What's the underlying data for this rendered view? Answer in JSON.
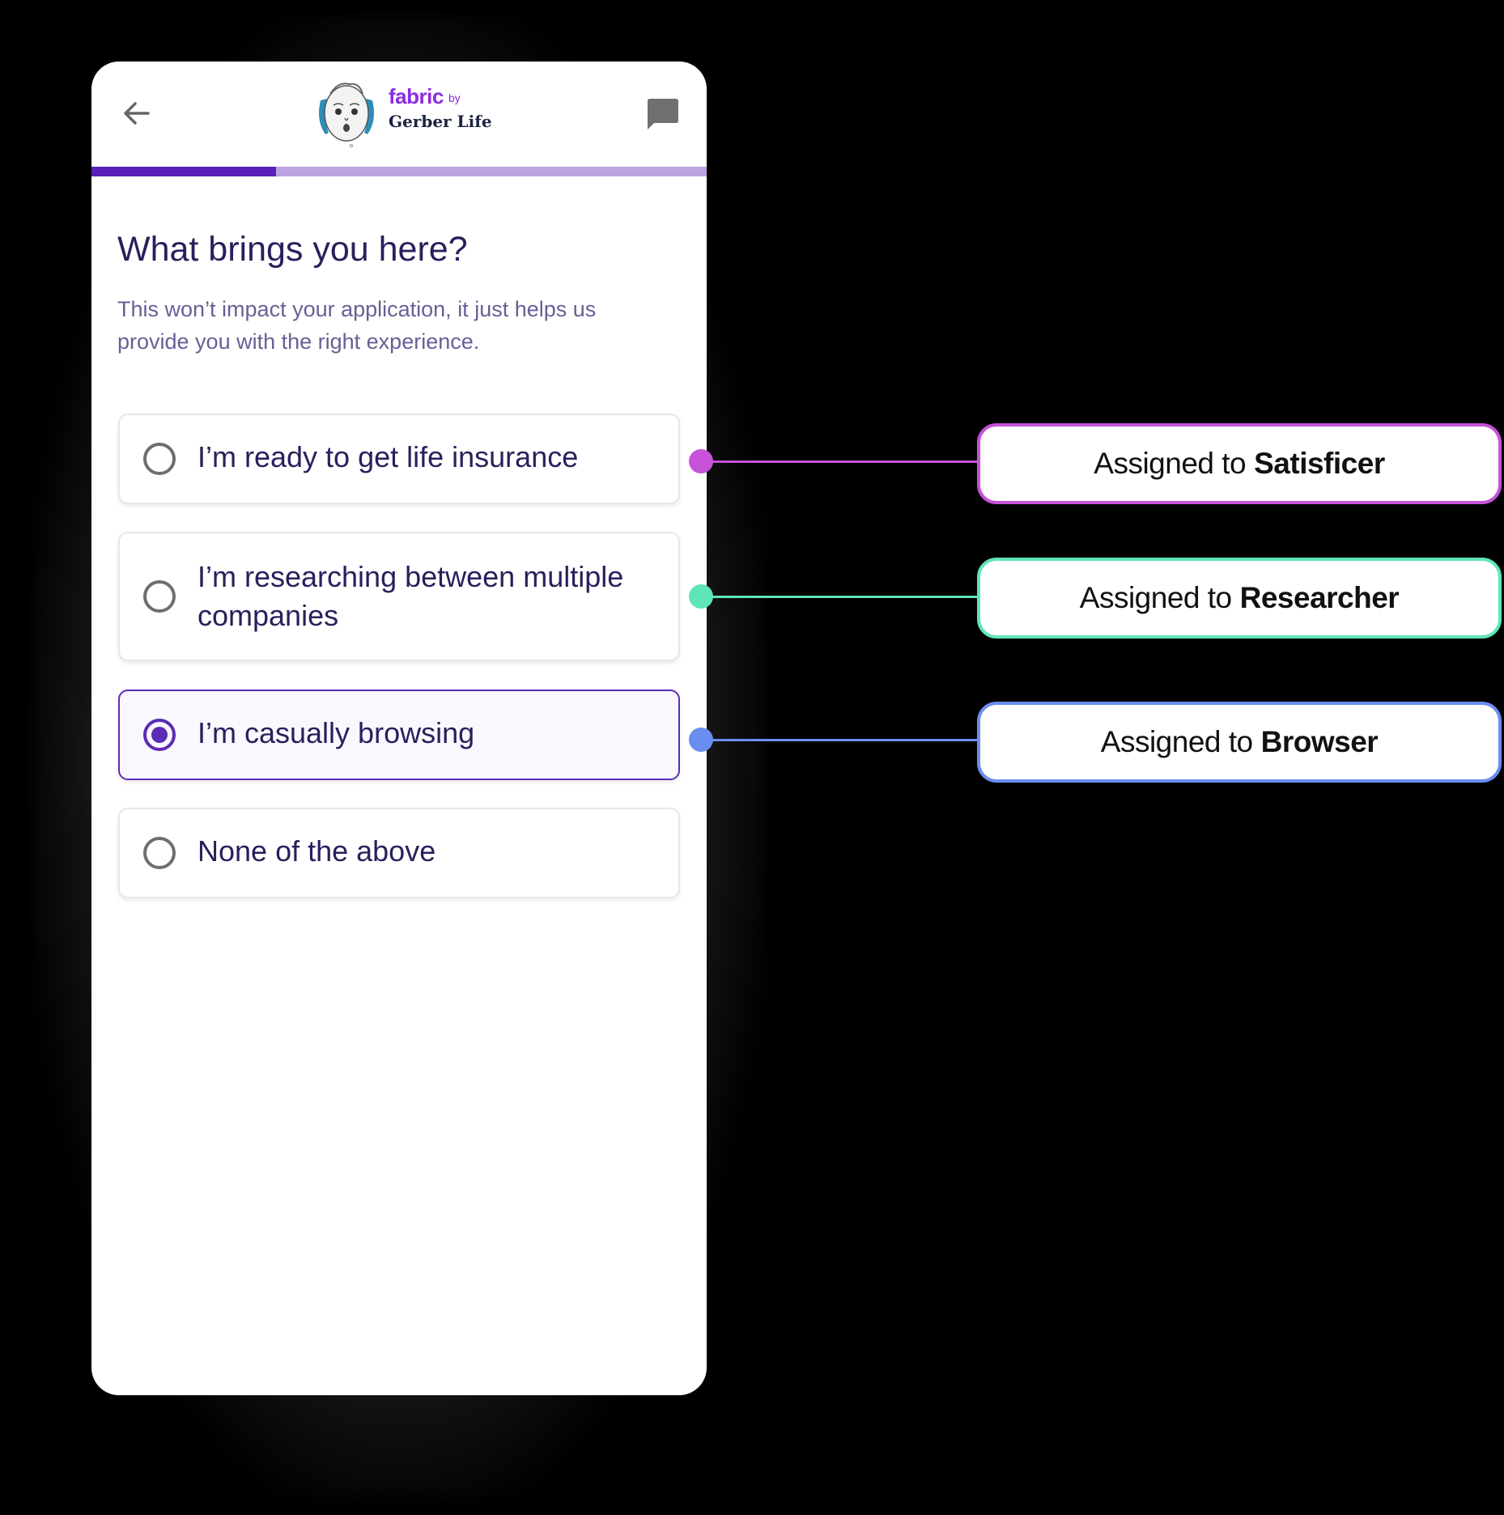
{
  "header": {
    "back_icon": "arrow-left-icon",
    "chat_icon": "chat-bubble-icon",
    "logo": {
      "brand": "fabric",
      "by": "by",
      "company": "Gerber Life"
    }
  },
  "progress": {
    "percent": 30,
    "fill_color": "#5B21B6",
    "track_color": "#B9A3E0"
  },
  "question": {
    "title": "What brings you here?",
    "subtitle": "This won’t impact your application, it just helps us provide you with the right experience."
  },
  "options": [
    {
      "label": "I’m ready to get life insurance",
      "selected": false
    },
    {
      "label": "I’m researching between multiple companies",
      "selected": false
    },
    {
      "label": "I’m casually browsing",
      "selected": true
    },
    {
      "label": "None of the above",
      "selected": false
    }
  ],
  "annotations": [
    {
      "prefix": "Assigned to",
      "persona": "Satisficer",
      "color": "#C552D9",
      "option_index": 0
    },
    {
      "prefix": "Assigned to",
      "persona": "Researcher",
      "color": "#5EE6B8",
      "option_index": 1
    },
    {
      "prefix": "Assigned to",
      "persona": "Browser",
      "color": "#6A8EF0",
      "option_index": 2
    }
  ],
  "colors": {
    "primary": "#5B2BB5",
    "text": "#2A1F5C",
    "subtext": "#6B5E95"
  }
}
